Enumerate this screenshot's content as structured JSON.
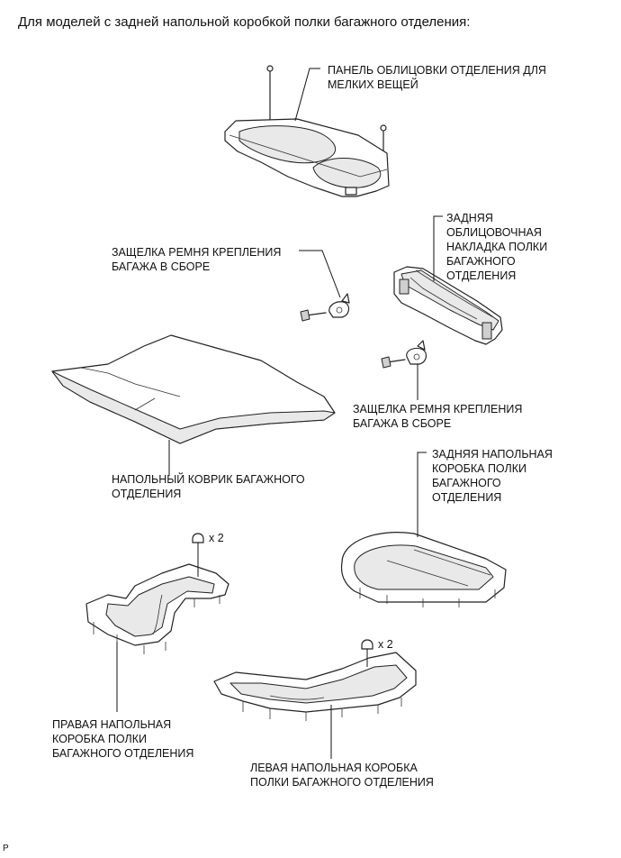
{
  "heading": "Для моделей с задней напольной коробкой полки багажного отделения:",
  "labels": {
    "panel": "ПАНЕЛЬ ОБЛИЦОВКИ ОТДЕЛЕНИЯ ДЛЯ\nМЕЛКИХ ВЕЩЕЙ",
    "rear_trim": "ЗАДНЯЯ\nОБЛИЦОВОЧНАЯ\nНАКЛАДКА ПОЛКИ\nБАГАЖНОГО\nОТДЕЛЕНИЯ",
    "latch_top": "ЗАЩЕЛКА РЕМНЯ КРЕПЛЕНИЯ\nБАГАЖА В СБОРЕ",
    "latch_bottom": "ЗАЩЕЛКА РЕМНЯ КРЕПЛЕНИЯ\nБАГАЖА В СБОРЕ",
    "mat": "НАПОЛЬНЫЙ КОВРИК БАГАЖНОГО\nОТДЕЛЕНИЯ",
    "rear_floor_box": "ЗАДНЯЯ НАПОЛЬНАЯ\nКОРОБКА ПОЛКИ\nБАГАЖНОГО\nОТДЕЛЕНИЯ",
    "right_box": "ПРАВАЯ НАПОЛЬНАЯ\nКОРОБКА ПОЛКИ\nБАГАЖНОГО ОТДЕЛЕНИЯ",
    "left_box": "ЛЕВАЯ НАПОЛЬНАЯ КОРОБКА\nПОЛКИ БАГАЖНОГО ОТДЕЛЕНИЯ"
  },
  "qty_right": "x 2",
  "qty_left": "x 2",
  "figure_id": "P"
}
